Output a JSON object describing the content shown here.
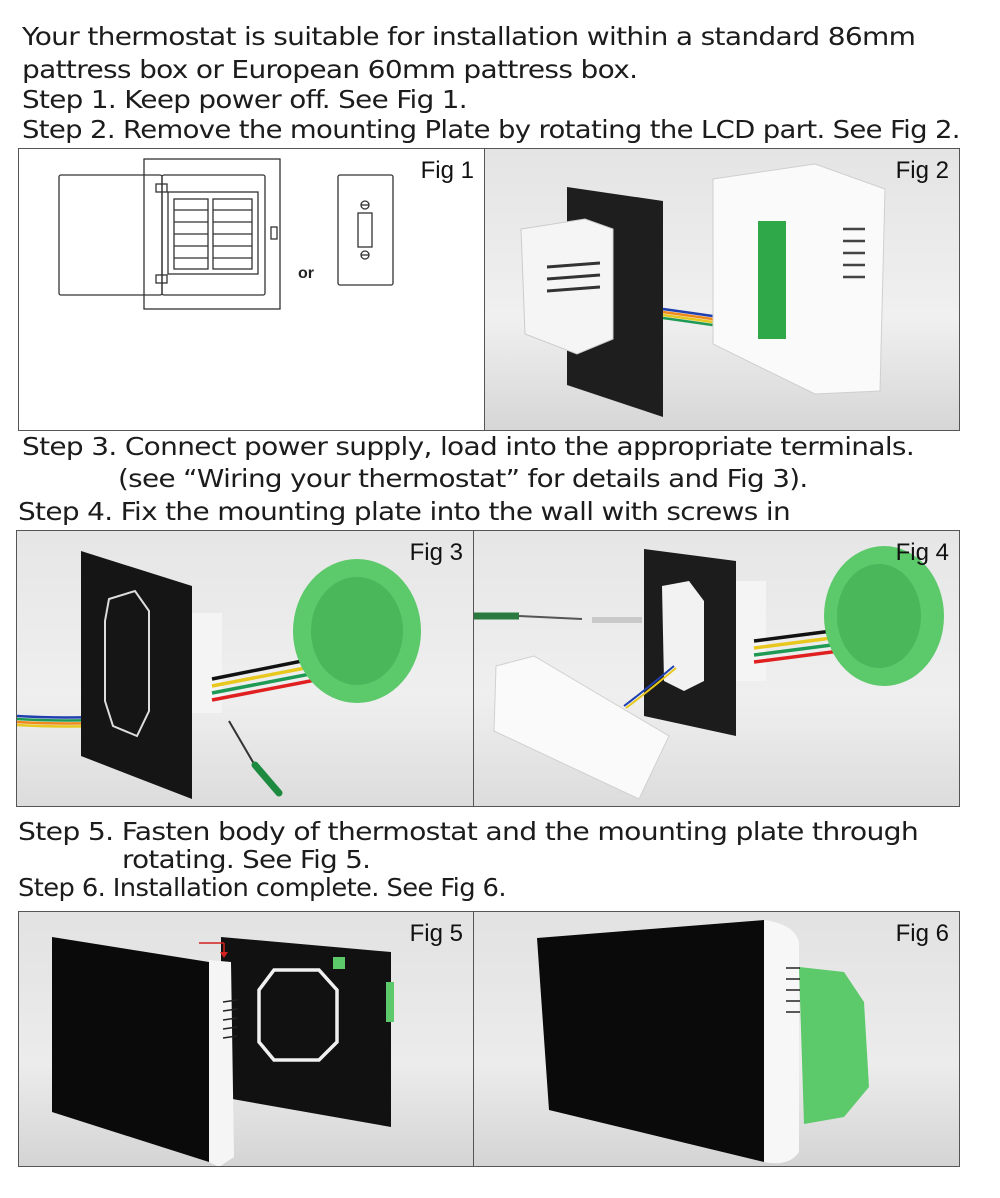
{
  "intro": {
    "line1": "Your thermostat is suitable for installation within a standard 86mm",
    "line2": "pattress box or European 60mm pattress box."
  },
  "steps": {
    "step1": "Step 1. Keep power off. See Fig 1.",
    "step2": "Step 2. Remove the mounting Plate by rotating the LCD part. See Fig 2.",
    "step3_line1": "Step 3. Connect power supply, load into the appropriate terminals.",
    "step3_line2": "(see “Wiring your thermostat” for details and Fig 3).",
    "step4": "Step 4. Fix the mounting plate into the wall with screws in",
    "step5_line1": "Step 5. Fasten body of thermostat and the mounting plate through",
    "step5_line2": "rotating. See Fig 5.",
    "step6": "Step 6. Installation complete. See Fig 6."
  },
  "figures": {
    "fig1": {
      "label": "Fig 1",
      "or_text": "or",
      "description": "Line drawing of electrical panel box or single switch wall box"
    },
    "fig2": {
      "label": "Fig 2",
      "description": "Thermostat back body separated from mounting plate with colored wires"
    },
    "fig3": {
      "label": "Fig 3",
      "description": "Mounting plate with wires connected to green pattress box and screwdriver"
    },
    "fig4": {
      "label": "Fig 4",
      "description": "Screwdriver fixing mounting plate into green pattress box"
    },
    "fig5": {
      "label": "Fig 5",
      "description": "Thermostat LCD body rotated onto mounting plate with red arrow"
    },
    "fig6": {
      "label": "Fig 6",
      "description": "Installed thermostat with green pattress box behind"
    }
  },
  "colors": {
    "wire_black": "#111111",
    "wire_yellow": "#e8c81e",
    "wire_green": "#1e9a55",
    "wire_red": "#e02020",
    "wire_blue": "#2040b0",
    "wire_orange": "#f08a1a",
    "box_green": "#5cc96a",
    "arrow_red": "#d42020"
  }
}
